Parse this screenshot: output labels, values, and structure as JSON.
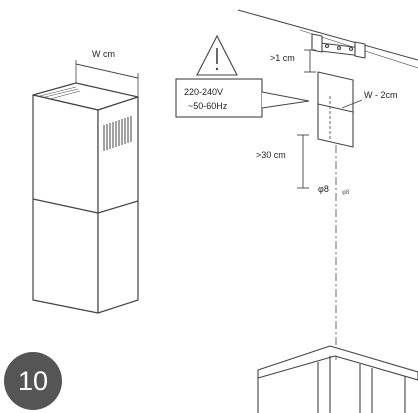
{
  "step": {
    "number": "10"
  },
  "labels": {
    "width_top": "W cm",
    "gap_top": ">1 cm",
    "width_minus": "W - 2cm",
    "gap_bottom": ">30 cm",
    "screw_a": "φ8",
    "screw_b": "φ8"
  },
  "warning": {
    "voltage": "220-240V",
    "frequency": "~50-60Hz"
  },
  "colors": {
    "line": "#444444",
    "badge": "#555555",
    "text": "#222222"
  }
}
